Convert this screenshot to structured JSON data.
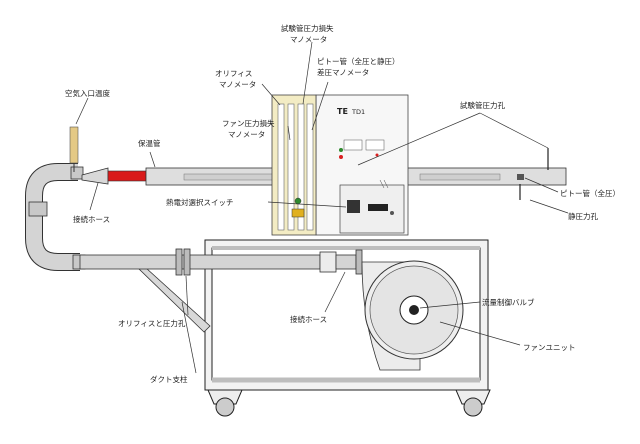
{
  "labels": {
    "air_inlet_temp": "空気入口温度",
    "connection_hose_left": "接続ホース",
    "insulation_pipe": "保温管",
    "orifice_manometer": "オリフィス\nマノメータ",
    "fan_pressure_loss_manometer": "ファン圧力損失\nマノメータ",
    "test_pipe_pressure_loss_manometer": "試験管圧力損失\nマノメータ",
    "pitot_differential_manometer": "ピトー管（全圧と静圧）\n差圧マノメータ",
    "test_pipe_pressure_hole": "試験管圧力孔",
    "thermocouple_switch": "熱電対選択スイッチ",
    "pitot_tube_total": "ピトー管（全圧）",
    "static_pressure_hole": "静圧力孔",
    "orifice_and_pressure_hole": "オリフィスと圧力孔",
    "connection_hose_mid": "接続ホース",
    "flow_control_valve": "流量制御バルブ",
    "fan_unit": "ファンユニット",
    "duct_support": "ダクト支柱"
  },
  "panel": {
    "brand": "TE",
    "model": "TD1"
  },
  "colors": {
    "pipe_fill": "#d4d4d4",
    "heater_red": "#d91a1a",
    "panel_fill": "#f7f7f7",
    "manometer_fill": "#f3ecc4",
    "frame_stroke": "#1e1e1e"
  }
}
